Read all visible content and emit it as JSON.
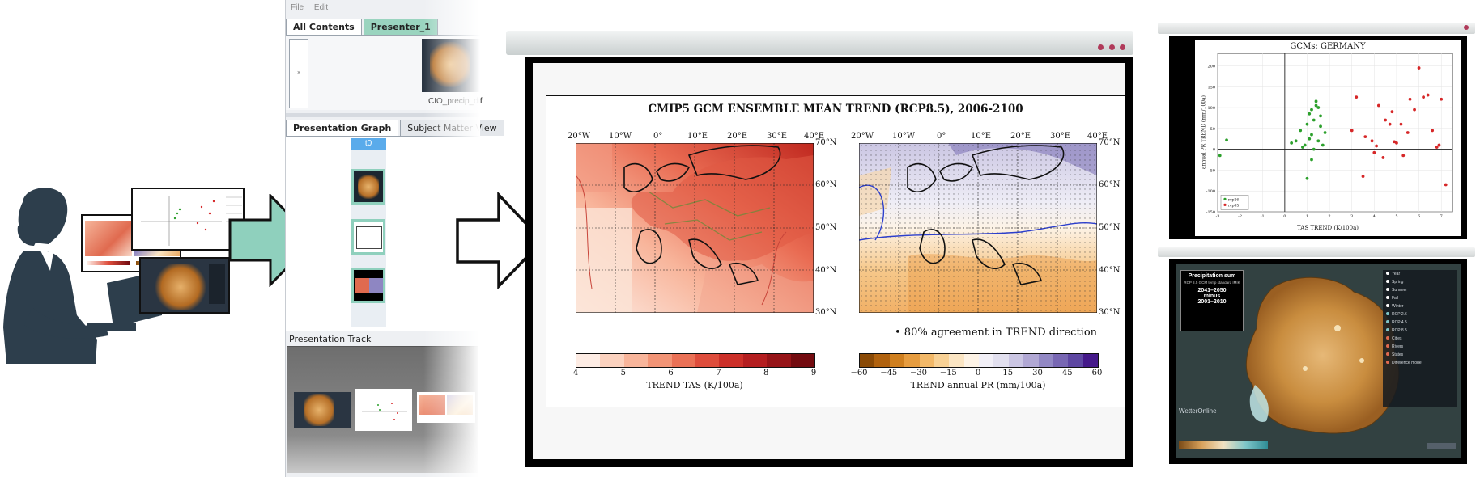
{
  "app": {
    "menu": [
      "File",
      "Edit"
    ],
    "content_tabs": [
      "All Contents",
      "Presenter_1"
    ],
    "content_item_caption": "CIO_precip_dif",
    "graph_tabs": [
      "Presentation Graph",
      "Subject Matter View"
    ],
    "graph_node_label": "t0",
    "track_title": "Presentation Track"
  },
  "main_figure": {
    "title": "CMIP5 GCM ENSEMBLE MEAN TREND (RCP8.5), 2006-2100",
    "lon_labels": [
      "20°W",
      "10°W",
      "0°",
      "10°E",
      "20°E",
      "30°E",
      "40°E"
    ],
    "lat_labels": [
      "70°N",
      "60°N",
      "50°N",
      "40°N",
      "30°N"
    ],
    "agreement_note": "• 80% agreement in TREND direction",
    "left_colorbar": {
      "ticks": [
        "4",
        "5",
        "6",
        "7",
        "8",
        "9"
      ],
      "label": "TREND TAS (K/100a)",
      "colors": [
        "#fdece4",
        "#fbd2bf",
        "#f8b59b",
        "#f29476",
        "#ea7156",
        "#de4d3c",
        "#cc3029",
        "#b41e20",
        "#961418",
        "#730b10"
      ]
    },
    "right_colorbar": {
      "ticks": [
        "−60",
        "−45",
        "−30",
        "−15",
        "0",
        "15",
        "30",
        "45",
        "60"
      ],
      "label": "TREND annual PR (mm/100a)",
      "colors": [
        "#8a4a06",
        "#b0620f",
        "#cf7f1f",
        "#e69c3f",
        "#f2b868",
        "#f8d195",
        "#fbe5c3",
        "#fdf3e6",
        "#f2f0f7",
        "#e2e0ef",
        "#cbc6e3",
        "#b1a8d4",
        "#9288c4",
        "#7867b3",
        "#5e47a2",
        "#45198a"
      ]
    }
  },
  "scatter_screen": {
    "title": "GCMs: GERMANY",
    "xlabel": "TAS TREND (K/100a)",
    "ylabel": "annual PR TREND (mm/100a)",
    "y_ticks": [
      "200",
      "150",
      "100",
      "50",
      "0",
      "-50",
      "-100",
      "-150"
    ],
    "x_ticks": [
      "-3",
      "-2",
      "-1",
      "0",
      "1",
      "2",
      "3",
      "4",
      "5",
      "6",
      "7"
    ],
    "legend": [
      "rcp26",
      "rcp85"
    ],
    "colors": {
      "rcp26": "#2ca02c",
      "rcp85": "#d62728"
    }
  },
  "chart_data": {
    "type": "scatter",
    "title": "GCMs: GERMANY",
    "xlabel": "TAS TREND (K/100a)",
    "ylabel": "annual PR TREND (mm/100a)",
    "xlim": [
      -3,
      7.5
    ],
    "ylim": [
      -150,
      230
    ],
    "series": [
      {
        "name": "rcp26",
        "x": [
          -2.6,
          -2.9,
          0.3,
          0.5,
          0.7,
          0.9,
          1.0,
          1.1,
          1.2,
          1.2,
          1.3,
          1.4,
          1.5,
          1.5,
          1.6,
          1.7,
          1.8,
          1.4,
          1.3,
          1.2,
          1.6,
          1.1,
          1.0,
          0.8
        ],
        "y": [
          22,
          -15,
          15,
          20,
          45,
          10,
          60,
          85,
          95,
          35,
          70,
          105,
          100,
          20,
          55,
          10,
          40,
          115,
          0,
          -25,
          80,
          25,
          -70,
          5
        ]
      },
      {
        "name": "rcp85",
        "x": [
          3.2,
          3.6,
          4.2,
          4.5,
          4.9,
          5.2,
          5.6,
          6.0,
          6.4,
          6.8,
          7.0,
          3.5,
          4.1,
          4.8,
          5.5,
          6.2,
          6.6,
          3.9,
          4.4,
          5.0,
          5.8,
          7.2,
          3.0,
          4.0,
          6.9,
          5.3,
          4.7
        ],
        "y": [
          125,
          30,
          105,
          70,
          18,
          60,
          120,
          195,
          130,
          5,
          120,
          -65,
          8,
          90,
          40,
          125,
          45,
          20,
          -20,
          15,
          95,
          -85,
          45,
          -8,
          10,
          -15,
          60
        ]
      }
    ]
  },
  "precip_screen": {
    "title": "Precipitation sum",
    "subtitle": "RCP 8.5 GCM temp standard IMIK",
    "period_a": "2041–2050",
    "minus": "minus",
    "period_b": "2001–2010",
    "watermark": "WetterOnline",
    "legend_items": [
      "Year",
      "Spring",
      "Summer",
      "Fall",
      "Winter",
      "RCP 2.6",
      "RCP 4.5",
      "RCP 8.5",
      "Cities",
      "Rivers",
      "States",
      "Difference mode"
    ]
  }
}
